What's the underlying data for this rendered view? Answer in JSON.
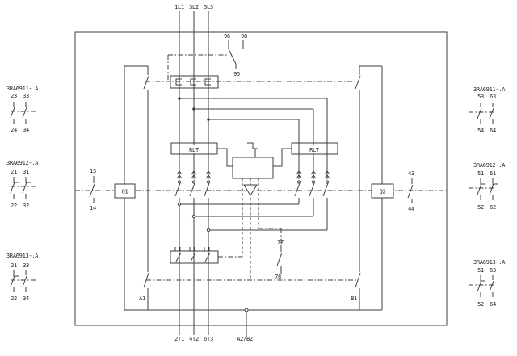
{
  "colors": {
    "line": "#3d3d3d",
    "text": "#262626",
    "bg": "#ffffff"
  },
  "top_terminals": {
    "l1": "1L1",
    "l2": "3L2",
    "l3": "5L3"
  },
  "bottom_terminals": {
    "t1": "2T1",
    "t2": "4T2",
    "t3": "6T3",
    "coil": "A2/B2"
  },
  "trip_contact": {
    "nc": "96",
    "no": "98",
    "common": "95"
  },
  "overload_modules": {
    "left": "RLT",
    "right": "RLT"
  },
  "coils": {
    "left": "Q1",
    "right": "Q2"
  },
  "inline_contacts": {
    "q1_aux_top": "13",
    "q1_aux_bottom": "14",
    "q2_aux_top": "43",
    "q2_aux_bottom": "44",
    "center_aux_top": "77",
    "center_aux_bottom": "78",
    "coil_a": "A1",
    "coil_b": "B1"
  },
  "aux_groups": {
    "left": [
      {
        "title": "3RA6911-.A",
        "top_left": "23",
        "top_right": "33",
        "bottom_left": "24",
        "bottom_right": "34"
      },
      {
        "title": "3RA6912-.A",
        "top_left": "21",
        "top_right": "31",
        "bottom_left": "22",
        "bottom_right": "32"
      },
      {
        "title": "3RA6913-.A",
        "top_left": "21",
        "top_right": "33",
        "bottom_left": "22",
        "bottom_right": "34"
      }
    ],
    "right": [
      {
        "title": "3RA6911-.A",
        "top_left": "53",
        "top_right": "63",
        "bottom_left": "54",
        "bottom_right": "64"
      },
      {
        "title": "3RA6912-.A",
        "top_left": "51",
        "top_right": "61",
        "bottom_left": "52",
        "bottom_right": "62"
      },
      {
        "title": "3RA6913-.A",
        "top_left": "51",
        "top_right": "63",
        "bottom_left": "52",
        "bottom_right": "64"
      }
    ]
  }
}
